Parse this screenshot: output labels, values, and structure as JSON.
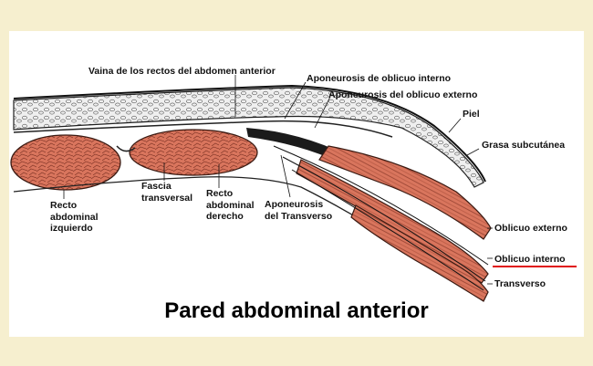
{
  "title": "Pared abdominal anterior",
  "colors": {
    "background": "#f6efcf",
    "panel": "#ffffff",
    "muscle": "#d9755d",
    "fat": "#e9e9e9",
    "fascia": "#222222",
    "highlight_line": "#e01010"
  },
  "labels": {
    "vaina": "Vaina de los rectos del abdomen anterior",
    "apo_oblicuo_interno": "Aponeurosis de oblicuo interno",
    "apo_oblicuo_externo": "Aponeurosis del oblicuo externo",
    "piel": "Piel",
    "grasa": "Grasa subcutánea",
    "recto_izq": "Recto\nabdominal\nizquierdo",
    "fascia_transversal": "Fascia\ntransversal",
    "recto_der": "Recto\nabdominal\nderecho",
    "apo_transverso": "Aponeurosis\ndel Transverso",
    "oblicuo_externo": "Oblicuo externo",
    "oblicuo_interno": "Oblicuo interno",
    "transverso": "Transverso"
  }
}
